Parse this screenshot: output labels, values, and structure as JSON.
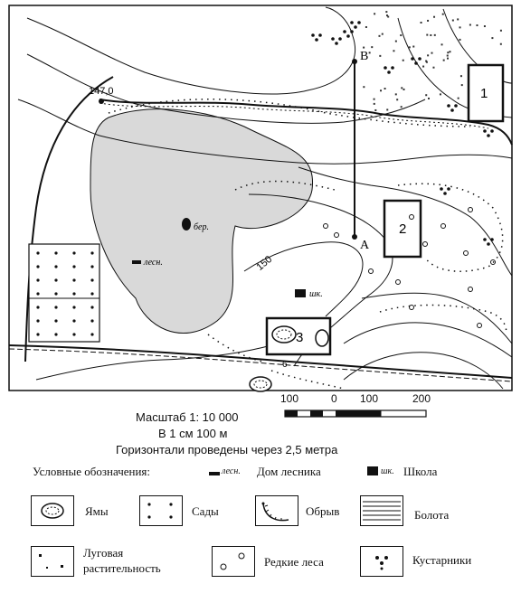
{
  "map": {
    "spot_height": "147,0",
    "contour_label": "150",
    "point_b": "В",
    "point_a": "А",
    "river_label": "6",
    "areas": [
      "1",
      "2",
      "3"
    ],
    "forester_label": "лесн.",
    "school_label": "шк.",
    "well_label": "бер."
  },
  "scale": {
    "title": "Масштаб 1: 10 000",
    "line2": "В 1 см 100 м",
    "line3": "Горизонтали проведены через 2,5 метра",
    "ticks": [
      "100",
      "0",
      "100",
      "200"
    ]
  },
  "legend": {
    "heading": "Условные обозначения:",
    "forester_abbr": "лесн.",
    "forester": "Дом лесника",
    "school_abbr": "шк.",
    "school": "Школа",
    "items": {
      "pits": "Ямы",
      "gardens": "Сады",
      "cliff": "Обрыв",
      "swamp": "Болота",
      "meadow_line1": "Луговая",
      "meadow_line2": "растительность",
      "sparse_forest": "Редкие леса",
      "shrubs": "Кустарники"
    }
  }
}
